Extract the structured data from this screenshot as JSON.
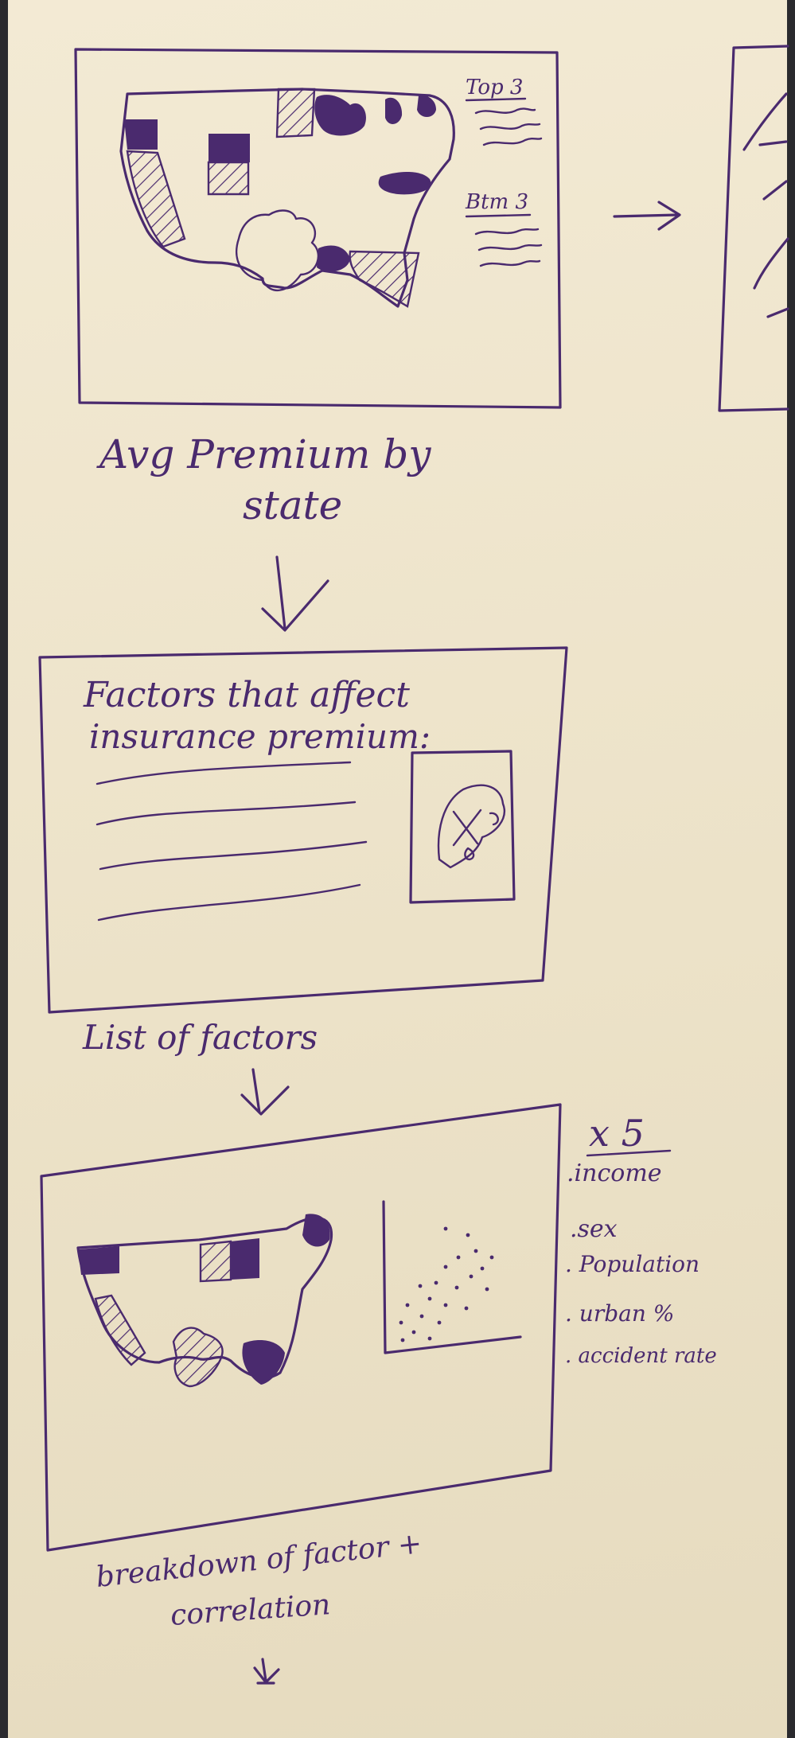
{
  "ink_color": "#4a2a6e",
  "edge_color": "#2a2a2e",
  "frames": [
    {
      "caption_lines": [
        "Avg Premium by",
        "state"
      ],
      "side_labels": [
        "Top 3",
        "Btm 3"
      ]
    },
    {
      "heading_lines": [
        "Factors that affect",
        "insurance premium:"
      ],
      "caption": "List of factors"
    },
    {
      "multiplier": "x 5",
      "factor_list": [
        ".income",
        ".sex",
        ". Population",
        ". urban %",
        ". accident rate"
      ],
      "caption_lines": [
        "breakdown of factor +",
        "correlation"
      ]
    }
  ]
}
